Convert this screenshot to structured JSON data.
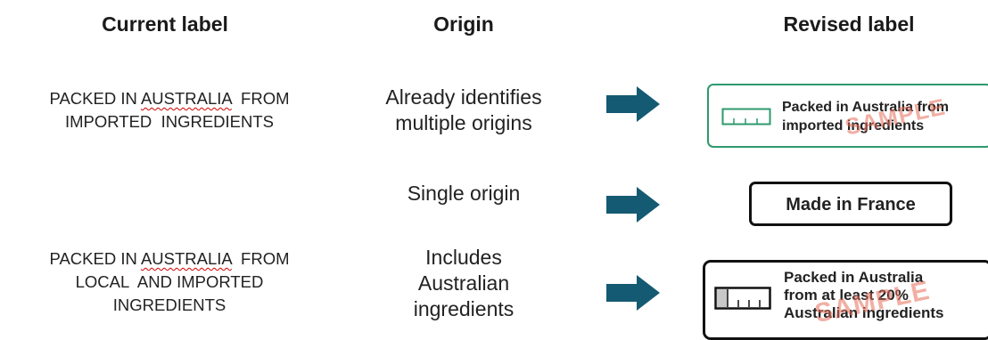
{
  "headers": {
    "current": "Current label",
    "origin": "Origin",
    "revised": "Revised label"
  },
  "rows": [
    {
      "current_line1_pre": "PACKED IN ",
      "current_line1_word": "AUSTRALIA",
      "current_line1_post": "  FROM",
      "current_line2": "IMPORTED  INGREDIENTS",
      "origin_line1": "Already identifies",
      "origin_line2": "multiple origins",
      "label_line1": "Packed in Australia from",
      "label_line2": "imported ingredients",
      "watermark": "SAMPLE",
      "border_color": "#2e9a6e"
    },
    {
      "origin_line1": "Single origin",
      "label_line1": "Made in France",
      "border_color": "#111111"
    },
    {
      "current_line1_pre": "PACKED IN ",
      "current_line1_word": "AUSTRALIA",
      "current_line1_post": "  FROM",
      "current_line2": "LOCAL  AND IMPORTED",
      "current_line3": "INGREDIENTS",
      "origin_line1": "Includes",
      "origin_line2": "Australian",
      "origin_line3": "ingredients",
      "label_line1": "Packed in Australia",
      "label_line2": "from at least 20%",
      "label_line3": "Australian ingredients",
      "watermark": "SAMPLE",
      "border_color": "#111111"
    }
  ],
  "colors": {
    "arrow": "#145a72",
    "proportion_fill": "#c8c8c8"
  },
  "icons": [
    "arrow-right-icon",
    "proportion-bar-icon"
  ]
}
